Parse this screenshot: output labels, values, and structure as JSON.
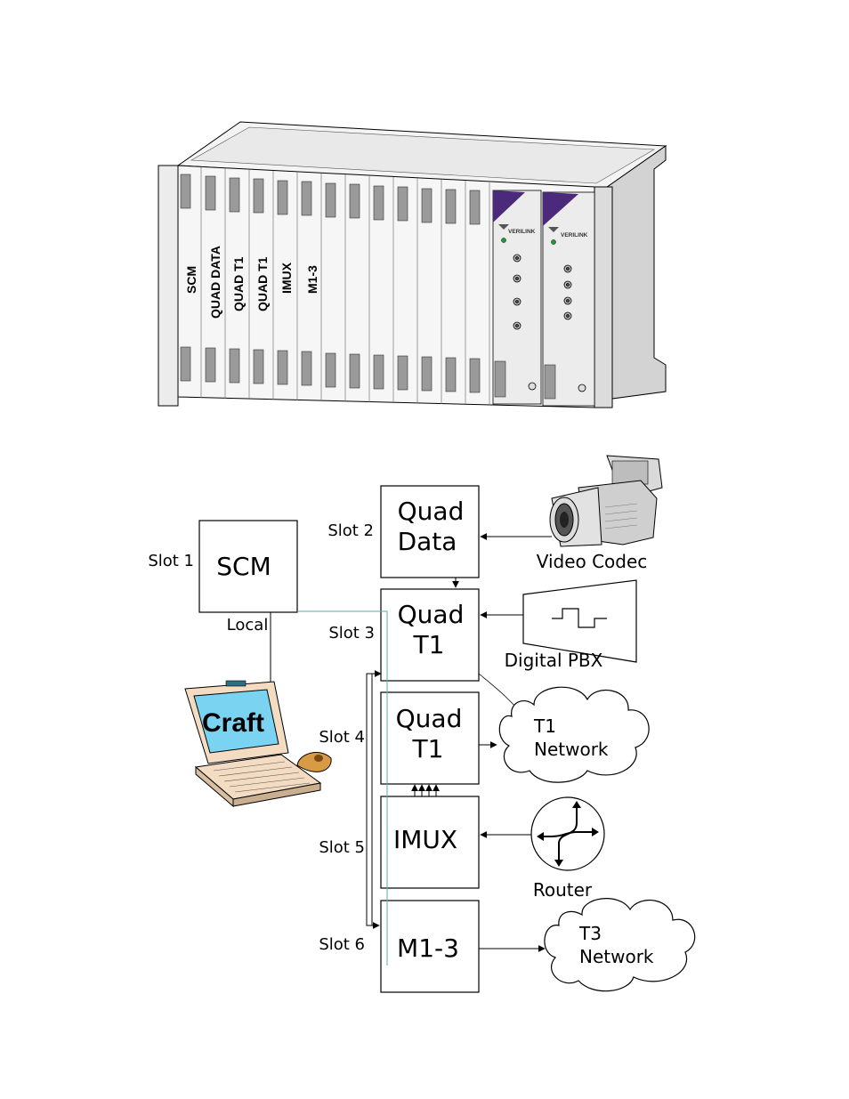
{
  "chassis": {
    "card_labels": [
      "SCM",
      "QUAD DATA",
      "QUAD T1",
      "QUAD T1",
      "IMUX",
      "M1-3"
    ],
    "brand": "VERILINK"
  },
  "diagram": {
    "slots": [
      {
        "label": "Slot 1",
        "module": "SCM",
        "port_label": "Local"
      },
      {
        "label": "Slot 2",
        "module_line1": "Quad",
        "module_line2": "Data"
      },
      {
        "label": "Slot 3",
        "module_line1": "Quad",
        "module_line2": "T1"
      },
      {
        "label": "Slot 4",
        "module_line1": "Quad",
        "module_line2": "T1"
      },
      {
        "label": "Slot 5",
        "module": "IMUX"
      },
      {
        "label": "Slot 6",
        "module": "M1-3"
      }
    ],
    "devices": {
      "video_codec": "Video Codec",
      "digital_pbx": "Digital PBX",
      "t1_network_line1": "T1",
      "t1_network_line2": "Network",
      "router": "Router",
      "t3_network_line1": "T3",
      "t3_network_line2": "Network",
      "craft": "Craft"
    }
  }
}
